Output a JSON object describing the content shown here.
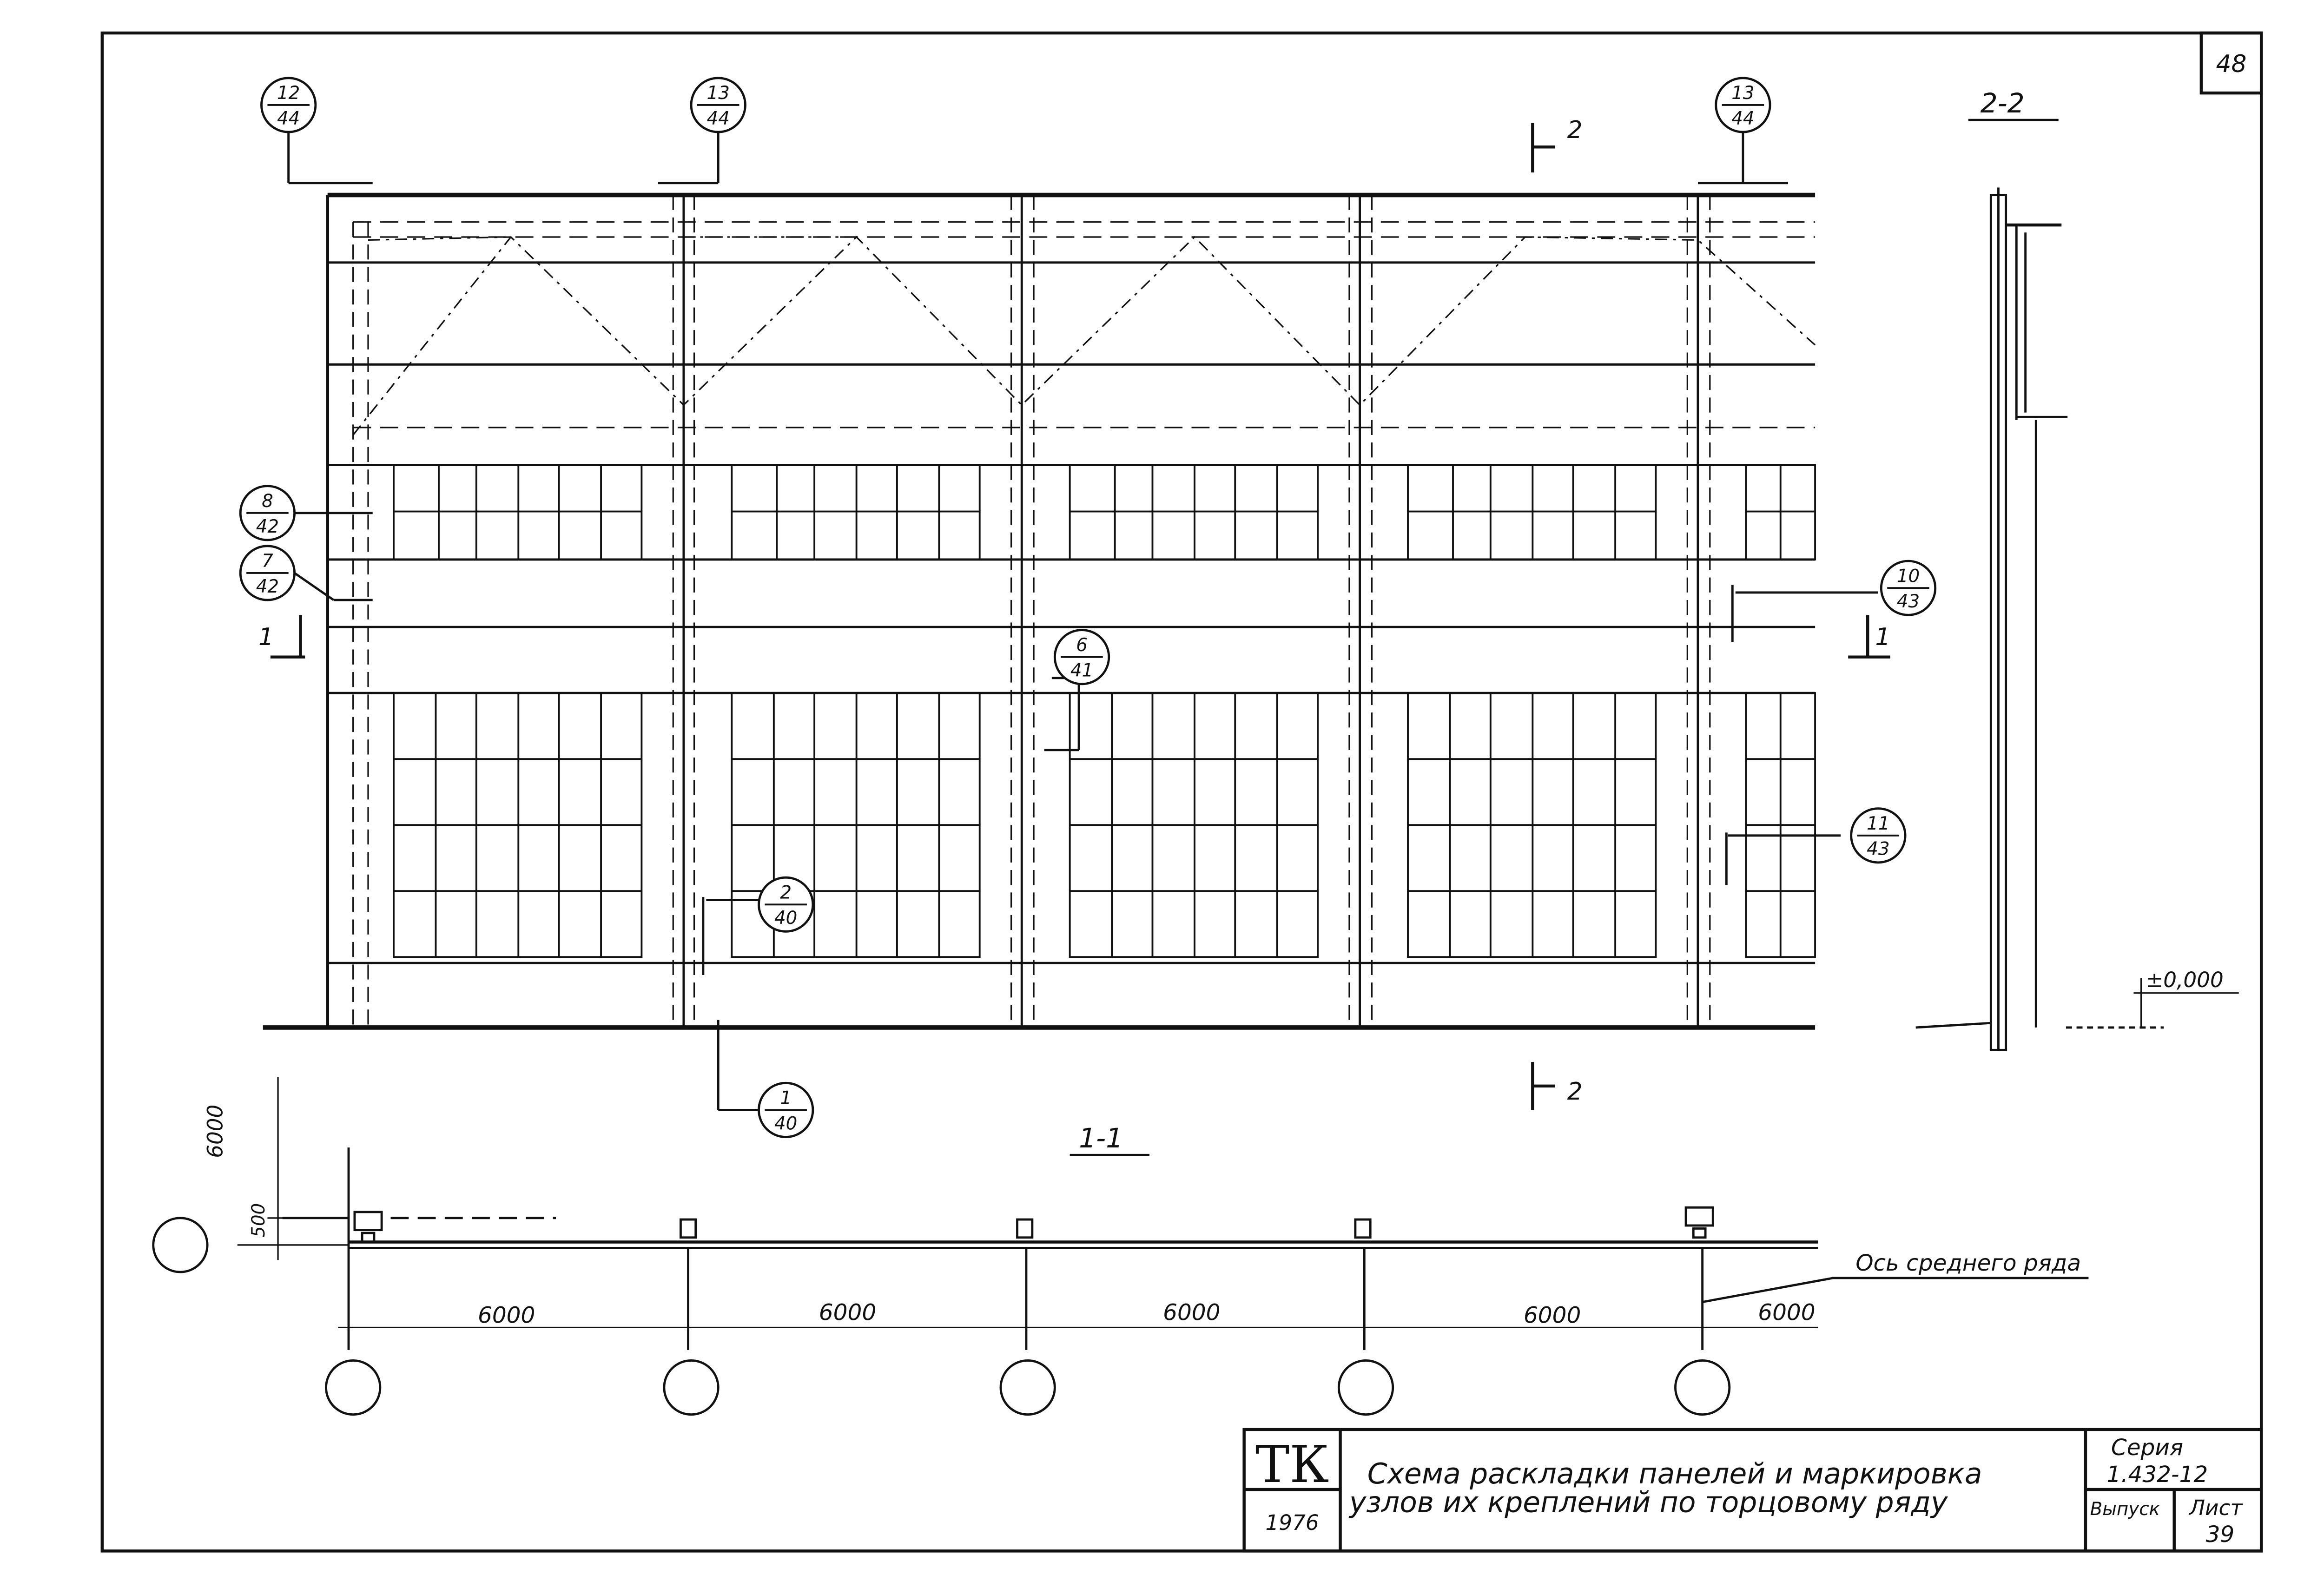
{
  "sheet_number": "48",
  "stamp": {
    "logo": "ТК",
    "year": "1976",
    "title_line1": "Схема раскладки панелей и маркировка",
    "title_line2": "узлов их креплений по торцовому ряду",
    "series_label": "Серия",
    "series_value": "1.432-12",
    "issue_label": "Выпуск",
    "sheet_label": "Лист",
    "sheet_value": "39"
  },
  "section_marks": {
    "sec2_top": "2",
    "sec2_bottom": "2",
    "sec1_left": "1",
    "sec1_right": "1",
    "section_1_title": "1-1",
    "section_2_title": "2-2"
  },
  "node_callouts": [
    {
      "top": "12",
      "bottom": "44"
    },
    {
      "top": "13",
      "bottom": "44"
    },
    {
      "top": "13",
      "bottom": "44"
    },
    {
      "top": "8",
      "bottom": "42"
    },
    {
      "top": "7",
      "bottom": "42"
    },
    {
      "top": "6",
      "bottom": "41"
    },
    {
      "top": "10",
      "bottom": "43"
    },
    {
      "top": "11",
      "bottom": "43"
    },
    {
      "top": "2",
      "bottom": "40"
    },
    {
      "top": "1",
      "bottom": "40"
    }
  ],
  "dimensions": {
    "height_total": "6000",
    "offset": "500",
    "spans": [
      "6000",
      "6000",
      "6000",
      "6000",
      "6000"
    ],
    "elevation": "±0,000"
  },
  "annotations": {
    "middle_row_axis": "Ось среднего ряда"
  }
}
